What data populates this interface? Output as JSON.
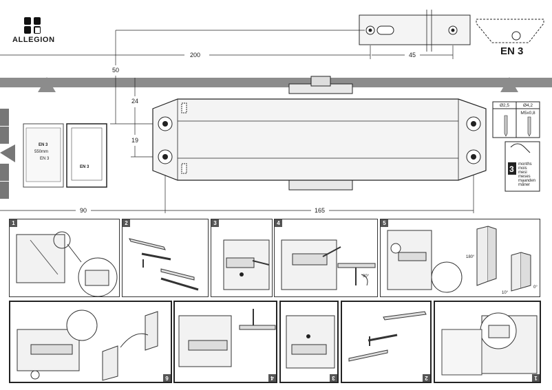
{
  "brand": {
    "name": "ALLEGION"
  },
  "standard": {
    "label": "EN 3"
  },
  "dimensions": {
    "d200": "200",
    "d45": "45",
    "d50": "50",
    "d24": "24",
    "d19": "19",
    "d90": "90",
    "d165": "165"
  },
  "screws": [
    {
      "top": "Ø2,5",
      "bottom": ""
    },
    {
      "top": "Ø4,2",
      "bottom": "M5x0,8"
    }
  ],
  "maintenance": {
    "number": "3",
    "lines": [
      "months",
      "mois",
      "mesi",
      "meses",
      "maanden",
      "måner"
    ]
  },
  "template_card": {
    "title": "EN 3",
    "dim": "550mm",
    "line1": "EN 3",
    "line2": "EN 3"
  },
  "steps": {
    "top_row": [
      "1",
      "2",
      "3",
      "4",
      "5"
    ],
    "bottom_row": [
      "6",
      "4",
      "3",
      "2",
      "1"
    ]
  },
  "angles": {
    "a90": "90°",
    "a180": "180°",
    "a10": "10°",
    "a0": "0°"
  },
  "colors": {
    "bar": "#8c8c8c",
    "body": "#f4f4f4",
    "line": "#2a2a2a",
    "tab": "#777777"
  }
}
